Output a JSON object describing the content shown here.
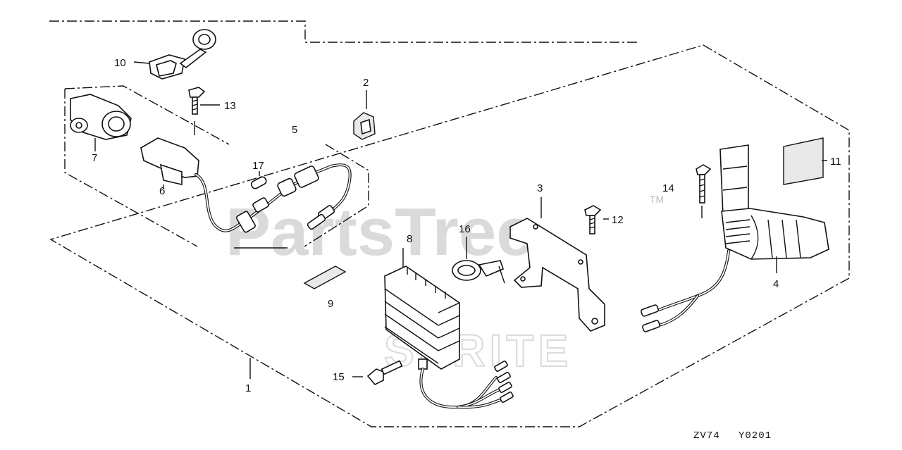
{
  "diagram": {
    "callouts": [
      "1",
      "2",
      "3",
      "4",
      "5",
      "6",
      "7",
      "8",
      "9",
      "10",
      "11",
      "12",
      "13",
      "14",
      "15",
      "16",
      "17"
    ],
    "code_left": "ZV74",
    "code_right": "Y0201"
  },
  "watermark": {
    "brand": "PartsTree",
    "trademark": "TM",
    "lower_text": "SPRITE"
  }
}
